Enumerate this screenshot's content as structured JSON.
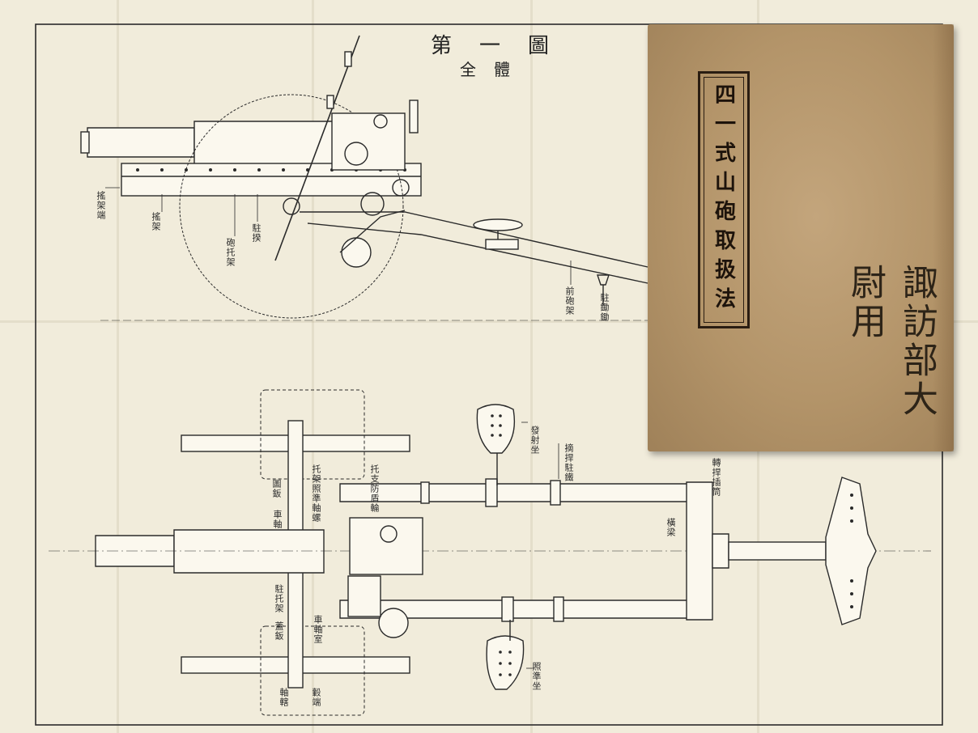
{
  "figure": {
    "title": "第一圖",
    "subtitle": "全體"
  },
  "side_view_labels": {
    "cradle_end": "搖架端",
    "cradle": "搖架",
    "gun_cradle": "砲托架",
    "recoil": "駐揆",
    "front_trail": "前砲架",
    "trail_mount": "駐鋤鋤"
  },
  "top_view_labels": {
    "seat_upper": "發射坐",
    "trail_handle": "摘捍駐鐵",
    "sight_mount": "托架照準軸螺",
    "shield": "托支防盾輪",
    "axle_plate": "圖鈑",
    "axle": "車軸",
    "recoil_spring": "駐托架",
    "axle_box": "車軸室",
    "lower_plate": "蓋鈑",
    "axle_end": "軸轄",
    "hub": "轂端",
    "cross_beam": "橫梁",
    "spade_holder": "轉捍插筒",
    "seat_lower": "照準坐"
  },
  "book": {
    "title": "四一式山砲取扱法",
    "owner_handwriting": "諏訪部大尉用"
  },
  "colors": {
    "paper": "#f1ecdb",
    "ink": "#222222",
    "book_cover": "#b39469"
  }
}
